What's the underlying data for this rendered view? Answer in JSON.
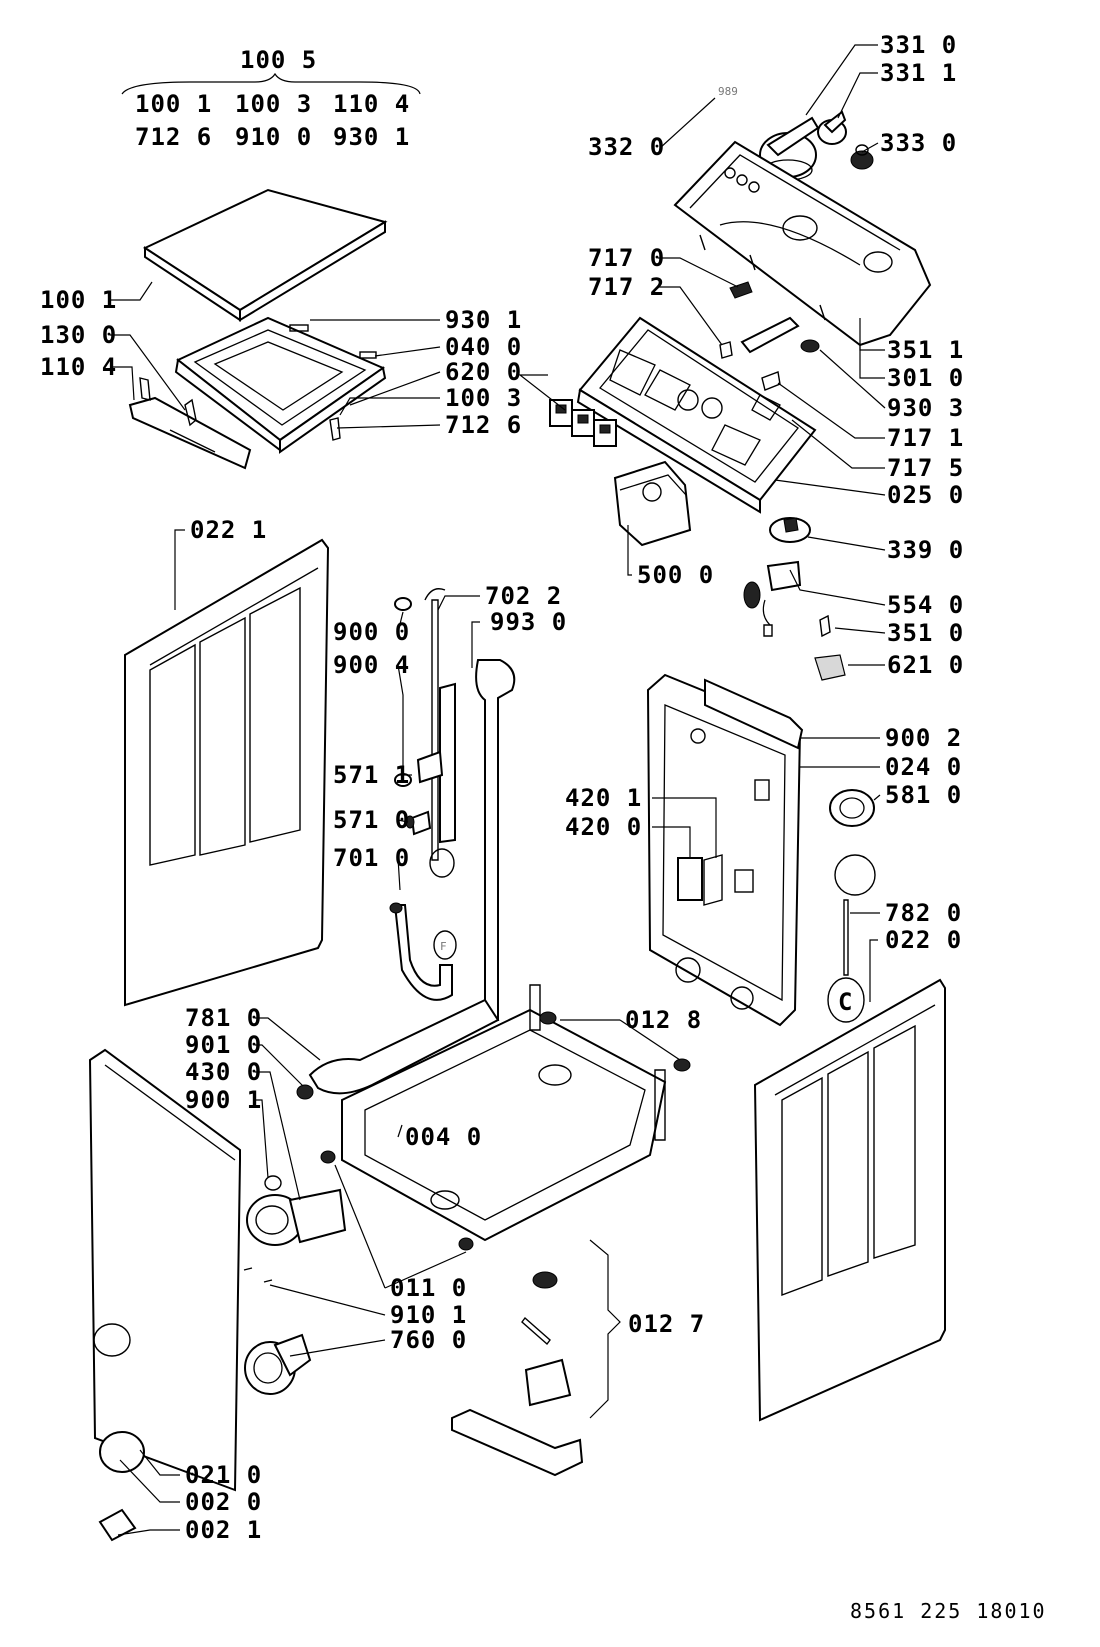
{
  "header_group": {
    "kit": "100 5",
    "items": [
      "100 1",
      "100 3",
      "110 4",
      "712 6",
      "910 0",
      "930 1"
    ]
  },
  "callouts": {
    "c989": "989",
    "c331_0": "331 0",
    "c331_1": "331 1",
    "c332_0": "332 0",
    "c333_0": "333 0",
    "c717_0": "717 0",
    "c717_2": "717 2",
    "c351_1": "351 1",
    "c301_0": "301 0",
    "c930_3": "930 3",
    "c717_1": "717 1",
    "c717_5": "717 5",
    "c025_0": "025 0",
    "c339_0": "339 0",
    "c554_0": "554 0",
    "c351_0": "351 0",
    "c621_0": "621 0",
    "c500_0": "500 0",
    "c100_1": "100 1",
    "c130_0": "130 0",
    "c110_4": "110 4",
    "c930_1": "930 1",
    "c040_0": "040 0",
    "c620_0": "620 0",
    "c100_3": "100 3",
    "c712_6": "712 6",
    "c022_1": "022 1",
    "c702_2": "702 2",
    "c993_0": "993 0",
    "c900_0": "900 0",
    "c900_4": "900 4",
    "c571_1": "571 1",
    "c571_0": "571 0",
    "c701_0": "701 0",
    "c900_2": "900 2",
    "c024_0": "024 0",
    "c581_0": "581 0",
    "c420_1": "420 1",
    "c420_0": "420 0",
    "c782_0": "782 0",
    "c022_0": "022 0",
    "c781_0": "781 0",
    "c901_0": "901 0",
    "c430_0": "430 0",
    "c900_1": "900 1",
    "c012_8": "012 8",
    "c004_0": "004 0",
    "c011_0": "011 0",
    "c910_1": "910 1",
    "c760_0": "760 0",
    "c012_7": "012 7",
    "c021_0": "021 0",
    "c002_0": "002 0",
    "c002_1": "002 1"
  },
  "connector_marks": {
    "f": "F",
    "c": "C"
  },
  "document_number": "8561 225 18010"
}
